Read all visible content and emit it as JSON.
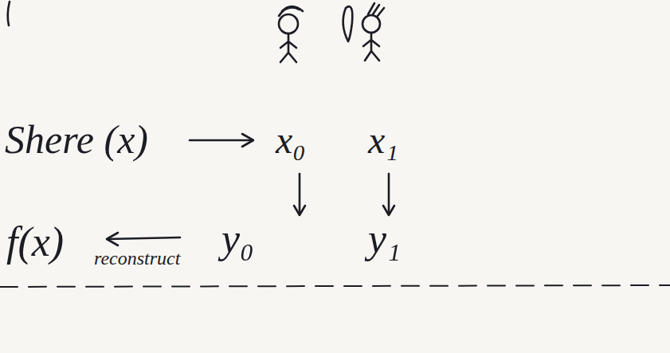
{
  "diagram": {
    "labels": [
      "Shere (x)",
      "x₀",
      "x₁",
      "y₀",
      "y₁",
      "f(x)",
      "reconstruct"
    ]
  }
}
